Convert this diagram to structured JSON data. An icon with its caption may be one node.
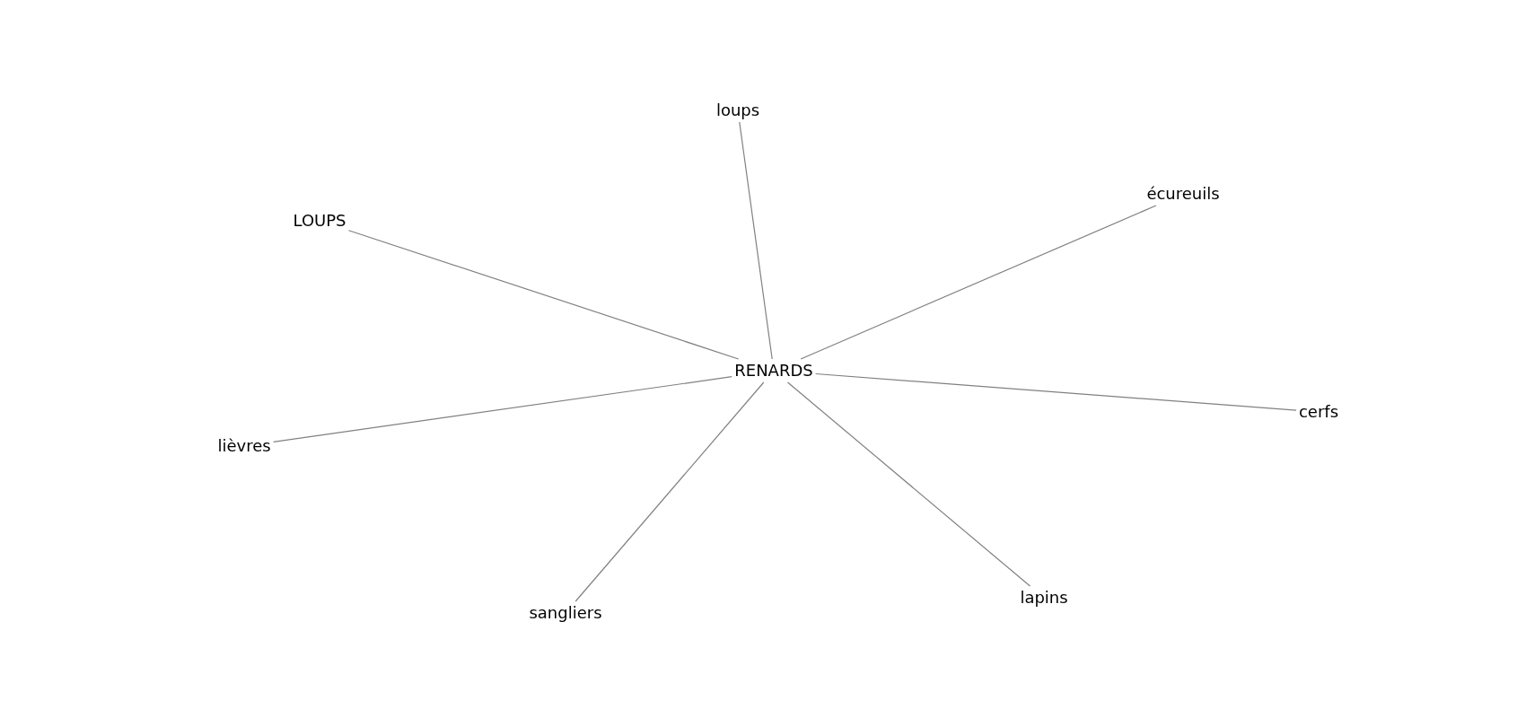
{
  "diagram": {
    "nodes": [
      {
        "text": [
          "loups"
        ]
      },
      {
        "text": [
          "écureuils"
        ]
      },
      {
        "text": [
          "LOUPS"
        ]
      },
      {
        "text": [
          "RENARDS"
        ]
      },
      {
        "text": [
          "cerfs"
        ]
      },
      {
        "text": [
          "lièvres"
        ]
      },
      {
        "text": [
          "lapins"
        ]
      },
      {
        "text": [
          "sangliers"
        ]
      }
    ],
    "edges": [
      {
        "from": 3,
        "to": 0,
        "arrow": "none"
      },
      {
        "from": 3,
        "to": 1,
        "arrow": "none"
      },
      {
        "from": 3,
        "to": 2,
        "arrow": "none"
      },
      {
        "from": 3,
        "to": 4,
        "arrow": "none"
      },
      {
        "from": 3,
        "to": 5,
        "arrow": "none"
      },
      {
        "from": 3,
        "to": 6,
        "arrow": "none"
      },
      {
        "from": 3,
        "to": 7,
        "arrow": "none"
      }
    ]
  }
}
